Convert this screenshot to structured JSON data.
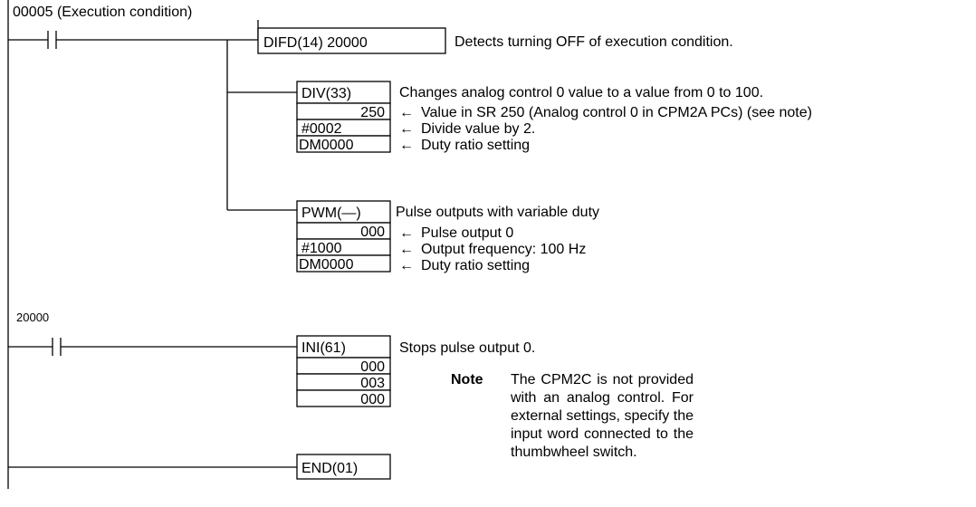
{
  "rungs": [
    {
      "contact_label": "00005 (Execution condition)",
      "instructions": [
        {
          "mnemonic": "DIFD(14) 20000",
          "operands": [],
          "comment": "Detects turning OFF of execution condition.",
          "operand_comments": []
        },
        {
          "mnemonic": "DIV(33)",
          "operands": [
            "250",
            "#0002",
            "DM0000"
          ],
          "comment": "Changes analog control 0 value to a value from 0 to 100.",
          "operand_comments": [
            "Value in SR 250 (Analog control 0 in CPM2A PCs) (see note)",
            "Divide value by 2.",
            "Duty ratio setting"
          ]
        },
        {
          "mnemonic": "PWM(—)",
          "operands": [
            "000",
            "#1000",
            "DM0000"
          ],
          "comment": "Pulse outputs with variable duty",
          "operand_comments": [
            "Pulse output 0",
            "Output frequency: 100 Hz",
            "Duty ratio setting"
          ]
        }
      ]
    },
    {
      "contact_label": "20000",
      "instructions": [
        {
          "mnemonic": "INI(61)",
          "operands": [
            "000",
            "003",
            "000"
          ],
          "comment": "Stops pulse output 0.",
          "operand_comments": []
        }
      ]
    },
    {
      "contact_label": "",
      "instructions": [
        {
          "mnemonic": "END(01)",
          "operands": [],
          "comment": "",
          "operand_comments": []
        }
      ]
    }
  ],
  "arrow_glyph": "←",
  "note": {
    "label": "Note",
    "text": "The CPM2C is not provided with an analog control. For external settings, specify the input word connected to the thumbwheel switch."
  }
}
